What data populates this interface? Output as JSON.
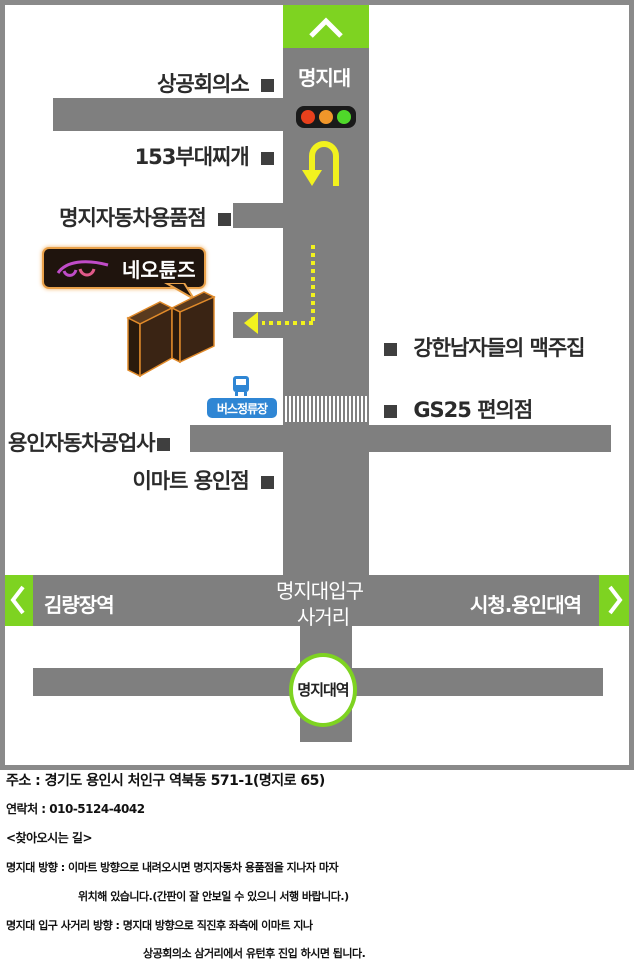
{
  "map": {
    "north_label": "명지대",
    "landmarks_left": [
      {
        "label": "상공회의소",
        "marker": "■"
      },
      {
        "label": "153부대찌개",
        "marker": "■"
      },
      {
        "label": "명지자동차용품점",
        "marker": "■"
      },
      {
        "label": "용인자동차공업사",
        "marker": "■"
      },
      {
        "label": "이마트 용인점",
        "marker": "■"
      }
    ],
    "landmarks_right": [
      {
        "label": "강한남자들의 맥주집",
        "marker": "■"
      },
      {
        "label": "GS25 편의점",
        "marker": "■"
      }
    ],
    "destination": {
      "name": "네오튠즈"
    },
    "bus_stop": {
      "label": "버스정류장"
    },
    "intersection": {
      "line1": "명지대입구",
      "line2": "사거리"
    },
    "west_label": "김량장역",
    "east_label": "시청.용인대역",
    "station": {
      "label": "명지대역"
    },
    "colors": {
      "road": "#7f7f7f",
      "accent_green": "#7ed321",
      "arrow_yellow": "#f2f21e",
      "bus_blue": "#2f86d4",
      "building_brown": "#3a2414",
      "building_outline": "#e08a2a"
    }
  },
  "info": {
    "address": "주소 : 경기도 용인시 처인구 역북동 571-1(명지로 65)",
    "contact": "연락처 : 010-5124-4042",
    "directions_title": "<찾아오시는 길>",
    "route1_line1": "명지대 방향 : 이마트 방향으로 내려오시면 명지자동차 용품점을 지나자 마자",
    "route1_line2": "위치해 있습니다.(간판이 잘 안보일 수 있으니 서행 바랍니다.)",
    "route2_line1": "명지대 입구 사거리 방향 : 명지대 방향으로 직진후 좌측에 이마트 지나",
    "route2_line2": "상공회의소  삼거리에서 유턴후 진입 하시면 됩니다."
  }
}
